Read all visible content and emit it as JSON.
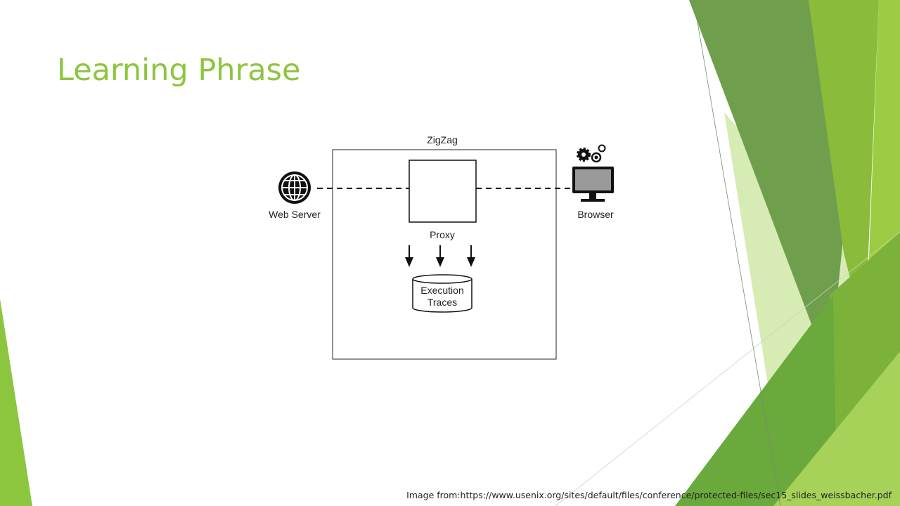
{
  "slide": {
    "title": "Learning Phrase",
    "accent_color": "#8cc63f"
  },
  "diagram": {
    "container_label": "ZigZag",
    "proxy_label": "Proxy",
    "store_label_line1": "Execution",
    "store_label_line2": "Traces",
    "web_server_label": "Web Server",
    "browser_label": "Browser",
    "icons": [
      "globe-icon",
      "gears-icon",
      "monitor-icon"
    ]
  },
  "footer": {
    "source": "Image from:https://www.usenix.org/sites/default/files/conference/protected-files/sec15_slides_weissbacher.pdf"
  }
}
